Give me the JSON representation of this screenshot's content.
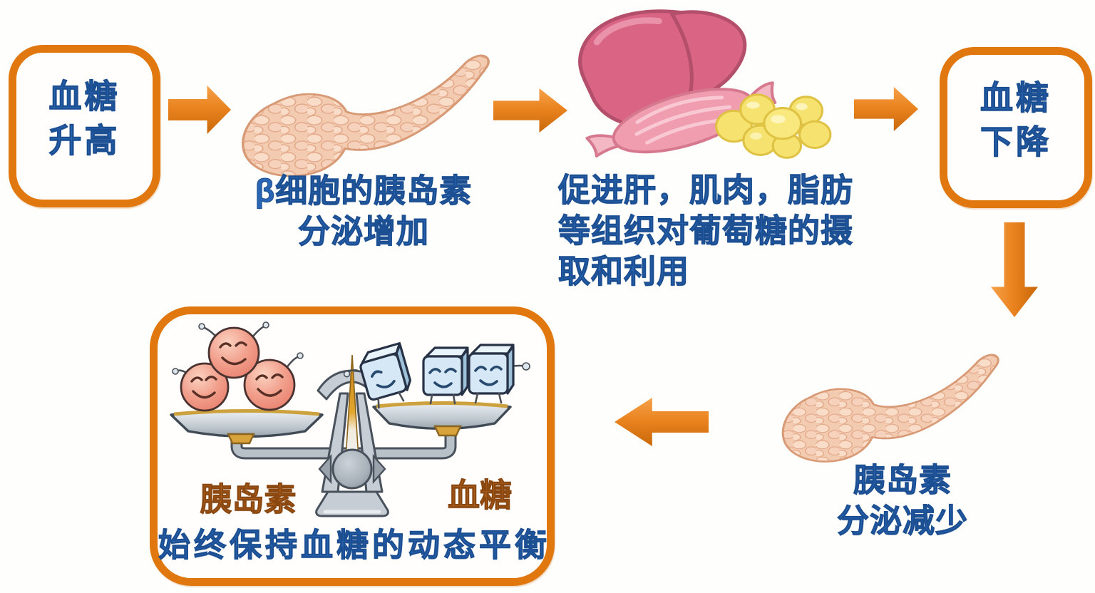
{
  "diagram": {
    "topic": "blood-glucose-regulation-feedback-loop",
    "nodes": {
      "glucose_rise": {
        "lines": [
          "血糖",
          "升高"
        ]
      },
      "insulin_increase": {
        "lines": [
          "β细胞的胰岛素",
          "分泌增加"
        ]
      },
      "organs_uptake": {
        "lines": [
          "促进肝，肌肉，脂肪",
          "等组织对葡萄糖的摄",
          "取和利用"
        ]
      },
      "glucose_fall": {
        "lines": [
          "血糖",
          "下降"
        ]
      },
      "insulin_decrease": {
        "lines": [
          "胰岛素",
          "分泌减少"
        ]
      },
      "balance": {
        "left_label": "胰岛素",
        "right_label": "血糖",
        "caption": "始终保持血糖的动态平衡"
      }
    },
    "icons": {
      "flow_arrows": [
        "arrow-right-icon",
        "arrow-right-icon",
        "arrow-right-icon",
        "arrow-down-icon",
        "arrow-left-icon"
      ],
      "organ_icons": [
        "pancreas-icon",
        "liver-icon",
        "muscle-icon",
        "fat-icon",
        "pancreas-icon",
        "balance-scale-icon"
      ]
    },
    "colors": {
      "accent_orange": "#e0770f",
      "arrow_orange": "#ea8420",
      "text_blue": "#2b66b4",
      "label_brown_orange": "#b2621d",
      "pancreas_peach": "#f3cbb1",
      "liver_pink": "#d96484",
      "muscle_pink": "#f09db0",
      "fat_yellow": "#f6e26e",
      "insulin_ball_pink": "#f2a18e",
      "glucose_cube_blue": "#d6e8f5",
      "scale_gray": "#c6cdd4"
    }
  }
}
